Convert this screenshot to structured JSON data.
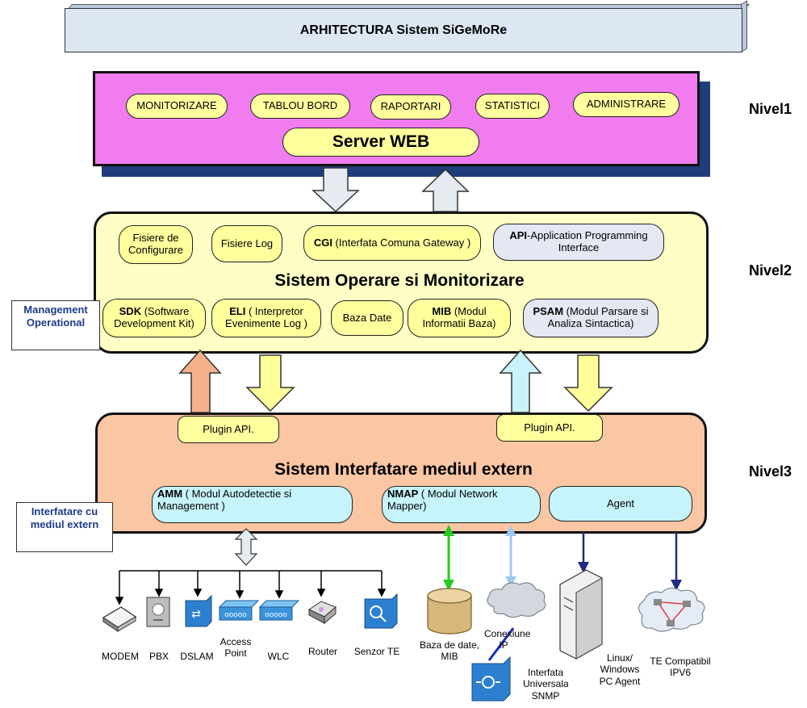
{
  "title": "ARHITECTURA Sistem SiGeMoRe",
  "levels": [
    "Nivel1",
    "Nivel2",
    "Nivel3"
  ],
  "nivel1": {
    "modules": [
      "MONITORIZARE",
      "TABLOU BORD",
      "RAPORTARI",
      "STATISTICI",
      "ADMINISTRARE"
    ],
    "server": "Server WEB"
  },
  "nivel2": {
    "top_modules": {
      "config": "Fisiere de Configurare",
      "log": "Fisiere Log",
      "cgi_bold": "CGI",
      "cgi_rest": " (Interfata Comuna Gateway )",
      "api_bold": "API",
      "api_rest": "-Application Programming Interface"
    },
    "heading": "Sistem Operare si Monitorizare",
    "bottom_modules": {
      "sdk_bold": "SDK",
      "sdk_rest": " (Software Development Kit)",
      "eli_bold": "ELI",
      "eli_rest": " ( Interpretor Evenimente Log )",
      "baza": "Baza Date",
      "mib_bold": "MIB",
      "mib_rest": " (Modul Informatii Baza)",
      "psam_bold": "PSAM",
      "psam_rest": " (Modul Parsare si Analiza Sintactica)"
    }
  },
  "management_doc": "Management Operational",
  "nivel3": {
    "plugin_left": "Plugin API.",
    "plugin_right": "Plugin API.",
    "heading": "Sistem Interfatare mediul extern",
    "amm_bold": "AMM",
    "amm_rest": " ( Modul Autodetectie si Management )",
    "nmap_bold": "NMAP",
    "nmap_rest": " ( Modul Network Mapper)",
    "agent": "Agent"
  },
  "interfatare_doc": "Interfatare cu mediul extern",
  "devices": {
    "modem": "MODEM",
    "pbx": "PBX",
    "dslam": "DSLAM",
    "access_point": "Access Point",
    "wlc": "WLC",
    "router": "Router",
    "senzor": "Senzor TE"
  },
  "externals": {
    "db": "Baza de date, MIB",
    "ip": "Conexiune IP",
    "snmp": "Interfata Universala SNMP",
    "pc": "Linux/ Windows PC Agent",
    "ipv6": "TE Compatibil IPV6"
  },
  "colors": {
    "level1": "#f07cf0",
    "level2": "#ffffc5",
    "level3": "#fbc6a3",
    "pill_yellow": "#ffff9e",
    "pill_blue": "#e3e8f3",
    "pill_cyan": "#c6f4fb",
    "shadow": "#1f3d7a",
    "arrow_orange": "#f6b08a",
    "arrow_cyan": "#c9f3fb",
    "arrow_yellow": "#ffff9a",
    "arrow_gray": "#e6ebf2"
  }
}
